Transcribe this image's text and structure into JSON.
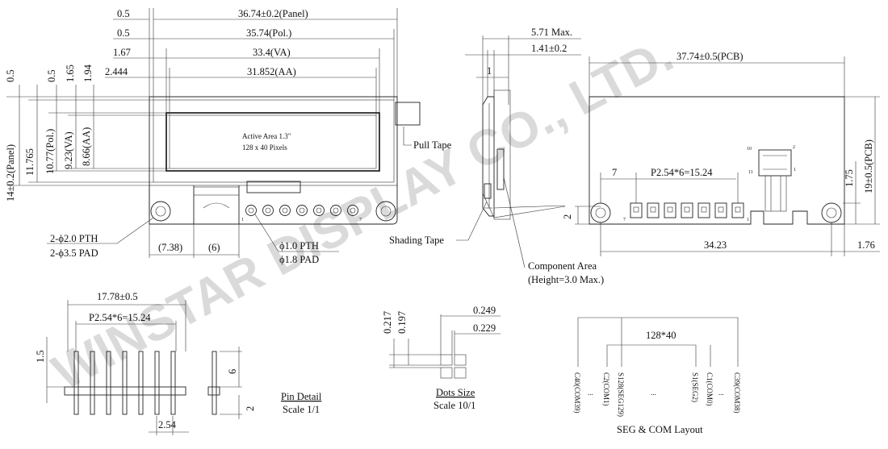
{
  "watermark": "WINSTAR DISPLAY CO., LTD.",
  "front_view": {
    "top_dims": [
      "0.5",
      "36.74±0.2(Panel)",
      "0.5",
      "35.74(Pol.)",
      "1.67",
      "33.4(VA)",
      "2.444",
      "31.852(AA)"
    ],
    "left_dims": [
      "0.5",
      "0.5",
      "1.65",
      "1.94",
      "14±0.2(Panel)",
      "11.765",
      "10.77(Pol.)",
      "9.23(VA)",
      "8.66(AA)"
    ],
    "active_area_line1": "Active Area 1.3\"",
    "active_area_line2": "128 x 40 Pixels",
    "pull_tape": "Pull Tape",
    "pin_first": "1",
    "pin_last": "7",
    "pth_left": "2-ϕ2.0 PTH",
    "pad_left": "2-ϕ3.5 PAD",
    "bottom_dims": [
      "(7.38)",
      "(6)"
    ],
    "pth_center": "ϕ1.0 PTH",
    "pad_center": "ϕ1.8 PAD"
  },
  "side_view": {
    "dims": [
      "5.71 Max.",
      "1.41±0.2",
      "1"
    ],
    "shading_tape": "Shading Tape",
    "component_area_line1": "Component Area",
    "component_area_line2": "(Height=3.0 Max.)",
    "dim_left": "2"
  },
  "back_view": {
    "pcb_width": "37.74±0.5(PCB)",
    "pcb_height": "19±0.5(PCB)",
    "dim_7": "7",
    "pitch": "P2.54*6=15.24",
    "dim_175": "1.75",
    "dim_2": "2",
    "pin_first": "1",
    "pin_last": "7",
    "dim_3423": "34.23",
    "dim_176": "1.76",
    "fpc_labels": [
      "10",
      "2",
      "11",
      "1"
    ]
  },
  "pin_detail": {
    "width": "17.78±0.5",
    "pitch": "P2.54*6=15.24",
    "dim_15": "1.5",
    "dim_6": "6",
    "dim_2": "2",
    "dim_254": "2.54",
    "title": "Pin Detail",
    "scale": "Scale 1/1"
  },
  "dots": {
    "dims": [
      "0.217",
      "0.197",
      "0.249",
      "0.229"
    ],
    "title": "Dots Size",
    "scale": "Scale 10/1"
  },
  "seg_com": {
    "resolution": "128*40",
    "labels": [
      "C40(COM39)",
      "C2(COM1)",
      "S128(SEG129)",
      "S1(SEG2)",
      "C1(COM0)",
      "C39(COM38)"
    ],
    "ellipsis": "...",
    "title": "SEG & COM Layout"
  }
}
